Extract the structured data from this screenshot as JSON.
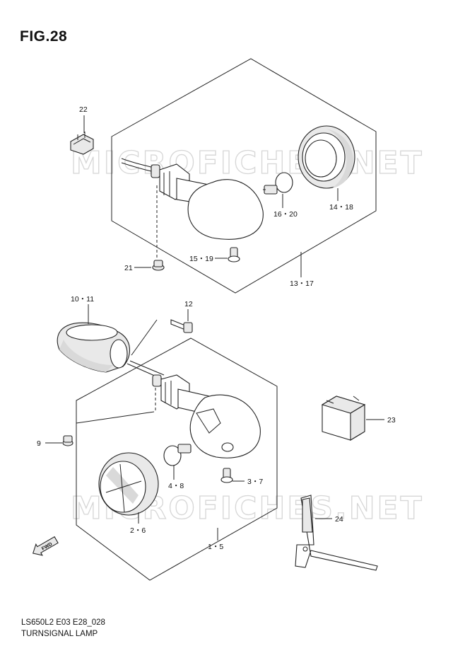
{
  "figure": {
    "title": "FIG.28",
    "code": "LS650L2 E03 E28_028",
    "name": "TURNSIGNAL LAMP"
  },
  "watermark": "MICROFICHES.NET",
  "callouts": {
    "p22": "22",
    "p14_18": "14・18",
    "p16_20": "16・20",
    "p15_19": "15・19",
    "p21": "21",
    "p13_17": "13・17",
    "p10_11": "10・11",
    "p12": "12",
    "p9": "9",
    "p4_8": "4・8",
    "p3_7": "3・7",
    "p2_6": "2・6",
    "p1_5": "1・5",
    "p23": "23",
    "p24": "24"
  },
  "fwd_label": "FWD"
}
